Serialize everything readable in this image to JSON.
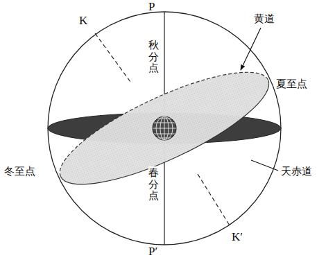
{
  "diagram": {
    "labels": [
      "P",
      "K",
      "黄道",
      "秋分点",
      "夏至点",
      "天赤道",
      "冬至点",
      "春分点",
      "P′",
      "K′"
    ]
  }
}
